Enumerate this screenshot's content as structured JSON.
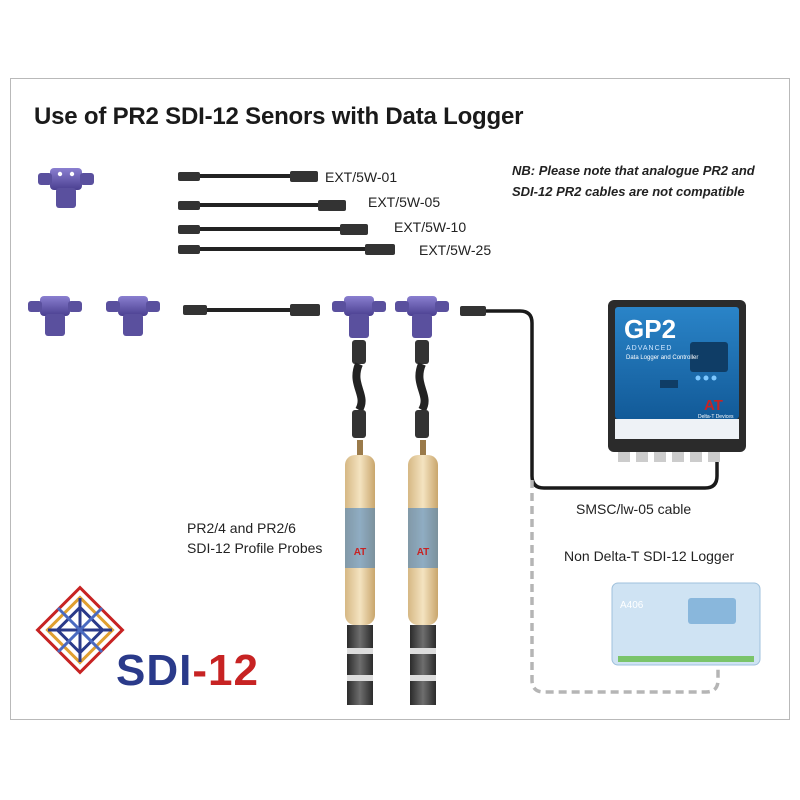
{
  "title": "Use of PR2 SDI-12 Senors with Data Logger",
  "cables": [
    {
      "code": "EXT/5W-01"
    },
    {
      "code": "EXT/5W-05"
    },
    {
      "code": "EXT/5W-10"
    },
    {
      "code": "EXT/5W-25"
    }
  ],
  "note": "NB: Please note that analogue PR2 and SDI-12 PR2 cables are not compatible",
  "probes": {
    "line1": "PR2/4 and PR2/6",
    "line2": "SDI-12 Profile Probes"
  },
  "logger_cable": "SMSC/lw-05 cable",
  "other_logger": "Non Delta-T SDI-12 Logger",
  "gp2": {
    "name": "GP2",
    "subtitle": "ADVANCED",
    "desc": "Data Logger and Controller",
    "badge": "AT",
    "badge_sub": "Delta-T Devices"
  },
  "a406_label": "A406",
  "logo": {
    "part1": "SDI",
    "part2": "-12"
  },
  "colors": {
    "connector": "#6b5fb0",
    "cable": "#222222",
    "probe_body": "#ead5a8",
    "gp2_panel": "#1d6fb3",
    "logo_blue": "#2a3a8a",
    "logo_red": "#c72323",
    "dashed_cable": "#b5b5b5"
  }
}
